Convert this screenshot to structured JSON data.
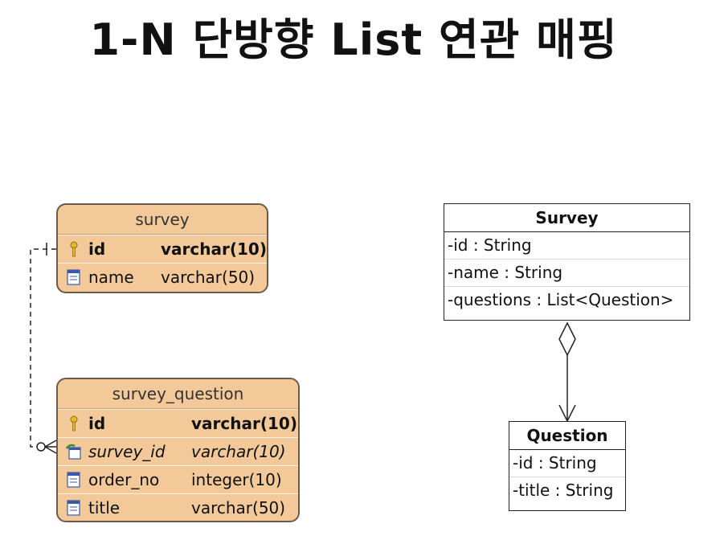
{
  "page": {
    "title": "1-N 단방향 List 연관 매핑"
  },
  "erd": {
    "survey": {
      "name": "survey",
      "columns": [
        {
          "name": "id",
          "type": "varchar(10)",
          "kind": "pk",
          "icon": "key-icon"
        },
        {
          "name": "name",
          "type": "varchar(50)",
          "kind": "normal",
          "icon": "column-icon"
        }
      ]
    },
    "survey_question": {
      "name": "survey_question",
      "columns": [
        {
          "name": "id",
          "type": "varchar(10)",
          "kind": "pk",
          "icon": "key-icon"
        },
        {
          "name": "survey_id",
          "type": "varchar(10)",
          "kind": "fk",
          "icon": "foreign-key-icon"
        },
        {
          "name": "order_no",
          "type": "integer(10)",
          "kind": "normal",
          "icon": "column-icon"
        },
        {
          "name": "title",
          "type": "varchar(50)",
          "kind": "normal",
          "icon": "column-icon"
        }
      ]
    }
  },
  "uml": {
    "survey": {
      "name": "Survey",
      "fields": [
        "-id : String",
        "-name : String",
        "-questions : List<Question>"
      ]
    },
    "question": {
      "name": "Question",
      "fields": [
        "-id : String",
        "-title : String"
      ]
    }
  },
  "colors": {
    "erd_fill": "#f3c99a",
    "erd_border": "#6b5a48",
    "uml_border": "#222222"
  }
}
